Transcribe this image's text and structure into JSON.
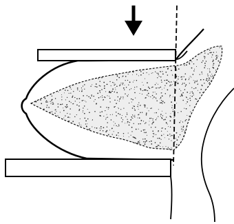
{
  "figure": {
    "type": "line-drawing",
    "colors": {
      "background": "#ffffff",
      "ink": "#000000",
      "tissue_fill": "#eeeeee",
      "stipple": "#2a2a2a"
    },
    "elements": [
      "compression-arrow-icon",
      "compression-paddle",
      "detector-plate",
      "breast-outline",
      "stippled-glandular-tissue",
      "chest-wall-outline",
      "chest-wall-reference-dashed-line"
    ]
  }
}
